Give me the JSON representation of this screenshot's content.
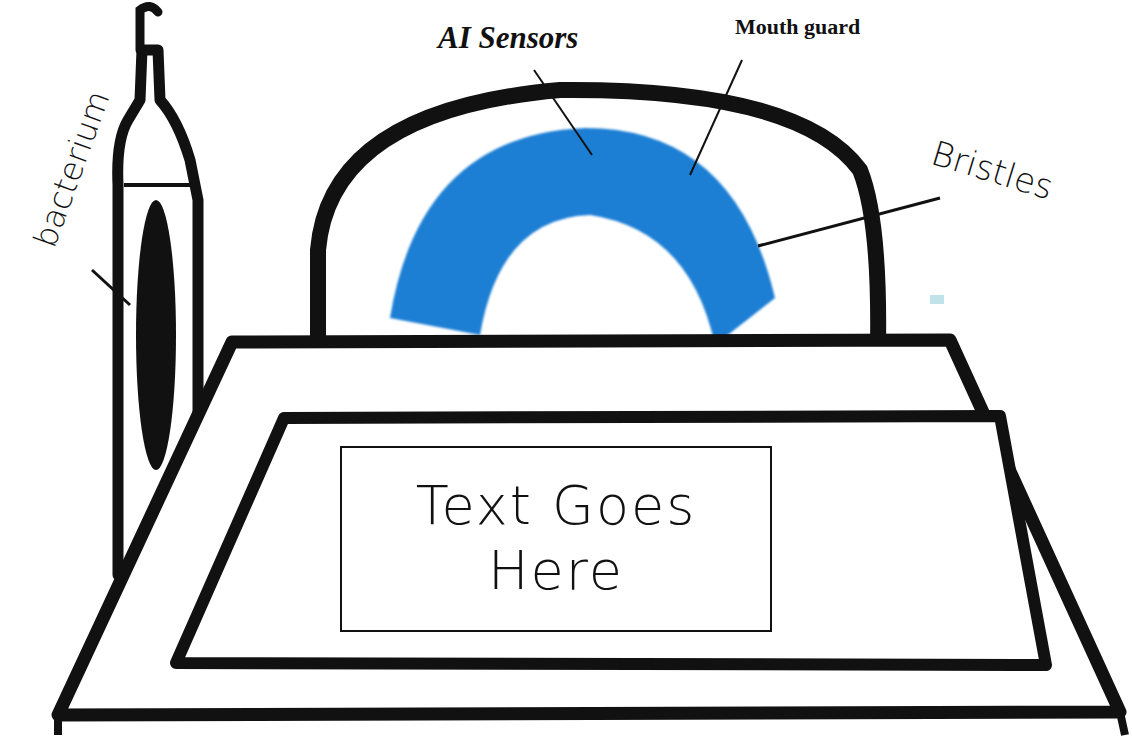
{
  "diagram": {
    "nodes": [
      {
        "text": [
          "Text Goes Here"
        ]
      }
    ],
    "labels": [
      "AI Sensors",
      "Mouth guard",
      "Bristles",
      "bacterium"
    ]
  }
}
